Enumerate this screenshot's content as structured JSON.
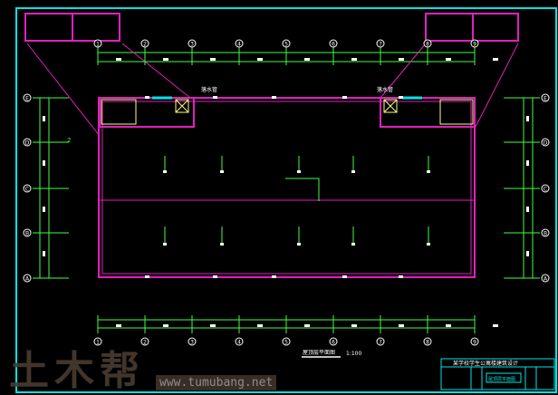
{
  "drawing": {
    "title": "屋顶层平面图",
    "scale": "1:100",
    "downpipe_label": "落水管",
    "axes_columns": [
      "1",
      "2",
      "3",
      "4",
      "5",
      "6",
      "7",
      "8",
      "9"
    ],
    "axes_rows": [
      "E",
      "D",
      "C",
      "B",
      "A"
    ],
    "left_note": "2"
  },
  "title_block": {
    "heading": "某学校学生公寓楼建筑设计",
    "drawing_name": "屋顶层平面图"
  },
  "watermark": {
    "logo": "土木帮",
    "url": "www.tumubang.net"
  },
  "colors": {
    "frame": "#00e5e5",
    "wall": "#e020c0",
    "dim": "#40ff40",
    "stair": "#ffff80",
    "text": "#ffffff"
  }
}
